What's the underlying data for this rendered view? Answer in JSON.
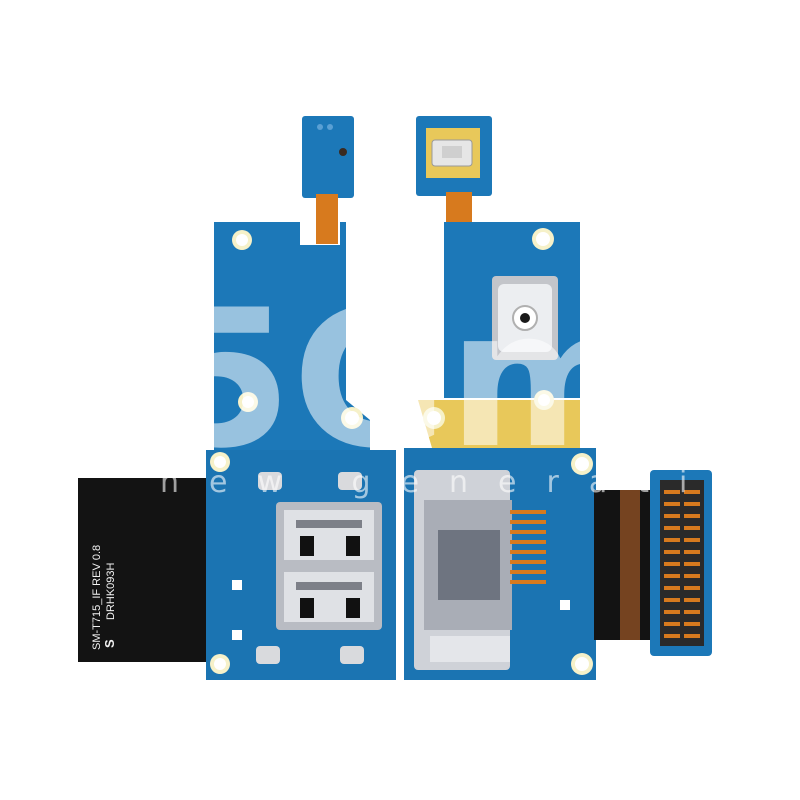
{
  "image": {
    "subject": "Charging port flex cable with microphone",
    "colors": {
      "pcb_blue": "#1c78b8",
      "pcb_blue_dark": "#145f93",
      "flex_black": "#141414",
      "flex_orange": "#d77a1e",
      "gold": "#e8c85a",
      "metal": "#c9ccd2"
    }
  },
  "left_board": {
    "silkscreen_lines": [
      "SM-T715_IF REV 0.8",
      "DRHK093H"
    ],
    "logo_text": "S"
  },
  "watermark": {
    "logo": "5Gm",
    "tagline": "new generation"
  }
}
